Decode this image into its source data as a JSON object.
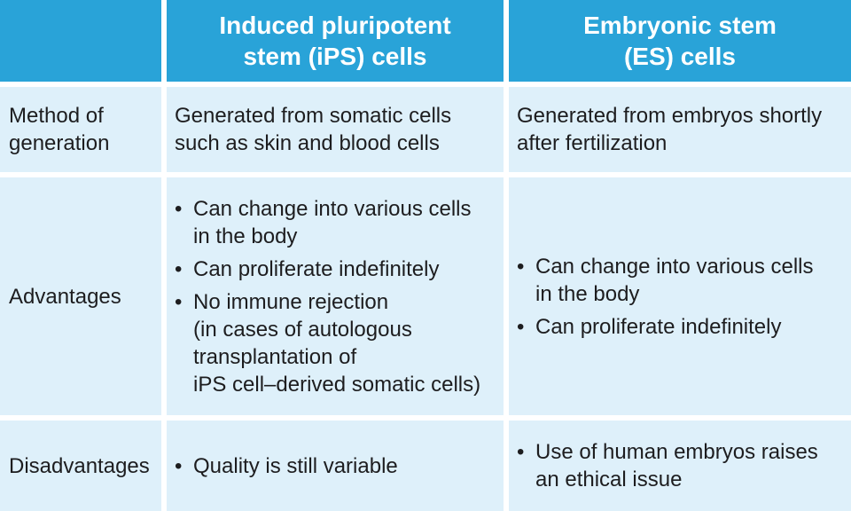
{
  "colors": {
    "header_blue": "#29a3d8",
    "cell_light_blue": "#def0fa",
    "header_text": "#ffffff",
    "body_text": "#1d1d1f",
    "gap_white": "#ffffff"
  },
  "glyphs": {
    "bullet": "•"
  },
  "header": {
    "corner": "",
    "ips_label": "Induced pluripotent\nstem (iPS) cells",
    "es_label": "Embryonic stem\n(ES) cells"
  },
  "rows": {
    "method": {
      "label": "Method of\ngeneration",
      "ips": "Generated from somatic cells\nsuch as skin and blood cells",
      "es": "Generated from embryos shortly\nafter fertilization"
    },
    "advantages": {
      "label": "Advantages",
      "ips_bullets": [
        "Can change into various cells\nin the body",
        "Can proliferate indefinitely",
        "No immune rejection\n(in cases of autologous\ntransplantation of\niPS cell–derived somatic cells)"
      ],
      "es_bullets": [
        "Can change into various cells\nin the body",
        "Can proliferate indefinitely"
      ]
    },
    "disadvantages": {
      "label": "Disadvantages",
      "ips_bullets": [
        "Quality is still variable"
      ],
      "es_bullets": [
        "Use of human embryos raises\nan ethical issue"
      ]
    }
  },
  "chart_data": {
    "type": "table",
    "title": "",
    "columns": [
      "",
      "Induced pluripotent stem (iPS) cells",
      "Embryonic stem (ES) cells"
    ],
    "rows": [
      {
        "label": "Method of generation",
        "ips_cells": "Generated from somatic cells such as skin and blood cells",
        "es_cells": "Generated from embryos shortly after fertilization"
      },
      {
        "label": "Advantages",
        "ips_cells": "Can change into various cells in the body; Can proliferate indefinitely; No immune rejection (in cases of autologous transplantation of iPS cell–derived somatic cells)",
        "es_cells": "Can change into various cells in the body; Can proliferate indefinitely"
      },
      {
        "label": "Disadvantages",
        "ips_cells": "Quality is still variable",
        "es_cells": "Use of human embryos raises an ethical issue"
      }
    ]
  }
}
